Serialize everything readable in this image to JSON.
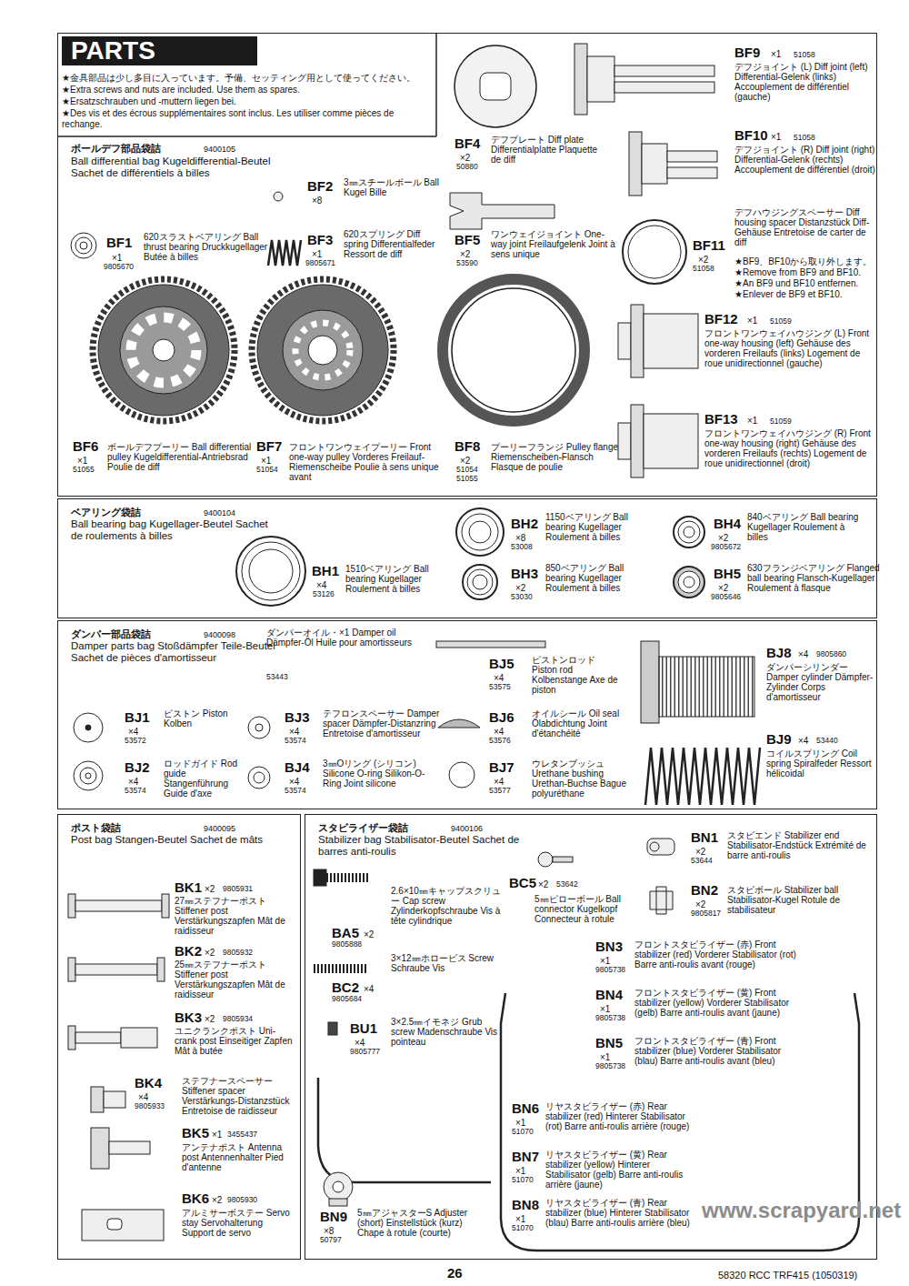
{
  "diagram": {
    "title": "PARTS",
    "nodes": [
      {
        "text": [
          "ボールデフ部品袋詰",
          "9400105",
          "Ball differential bag Kugeldifferential-Beutel Sachet de différentiels à billes"
        ]
      },
      {
        "text": [
          "ベアリング袋詰",
          "9400104",
          "Ball bearing bag Kugellager-Beutel Sachet de roulements à billes"
        ]
      },
      {
        "text": [
          "ダンパー部品袋詰",
          "9400098",
          "Damper parts bag Stoßdämpfer Teile-Beutel Sachet de pièces d'amortisseur"
        ]
      },
      {
        "text": [
          "ポスト袋詰",
          "9400095",
          "Post bag Stangen-Beutel Sachet de mâts"
        ]
      },
      {
        "text": [
          "スタビライザー袋詰",
          "9400106",
          "Stabilizer bag Stabilisator-Beutel Sachet de barres anti-roulis"
        ]
      }
    ],
    "labels": [
      "★金具部品は少し多目に入っています。予備、セッティング用として使ってください。",
      "★Extra screws and nuts are included. Use them as spares.",
      "★Ersatzschrauben und -muttern liegen bei.",
      "★Des vis et des écrous supplémentaires sont inclus. Les utiliser comme pièces de rechange.",
      "BF1",
      "×1",
      "9805670",
      "620スラストベアリング Ball thrust bearing Druckkugellager Butée à billes",
      "BF2",
      "×8",
      "3㎜スチールボール Ball Kugel Bille",
      "BF3",
      "×1",
      "9805671",
      "620スプリング Diff spring Differentialfeder Ressort de diff",
      "BF4",
      "×2",
      "50880",
      "デフプレート Diff plate Differentialplatte Plaquette de diff",
      "BF5",
      "×2",
      "53590",
      "ワンウェイジョイント One-way joint Freilaufgelenk Joint à sens unique",
      "BF9",
      "×1",
      "51058",
      "デフジョイント (L) Diff joint (left) Differential-Gelenk (links) Accouplement de différentiel (gauche)",
      "BF10",
      "×1",
      "51058",
      "デフジョイント (R) Diff joint (right) Differential-Gelenk (rechts) Accouplement de différentiel (droit)",
      "デフハウジングスペーサー Diff housing spacer Distanzstück Diff-Gehäuse Entretoise de carter de diff",
      "BF11",
      "×2",
      "51058",
      "★BF9、BF10から取り外します。",
      "★Remove from BF9 and BF10.",
      "★An BF9 und BF10 entfernen.",
      "★Enlever de BF9 et BF10.",
      "BF12",
      "×1",
      "51059",
      "フロントワンウェイハウジング (L) Front one-way housing (left) Gehäuse des vorderen Freilaufs (links) Logement de roue unidirectionnel (gauche)",
      "BF13",
      "×1",
      "51059",
      "フロントワンウェイハウジング (R) Front one-way housing (right) Gehäuse des vorderen Freilaufs (rechts) Logement de roue unidirectionnel (droit)",
      "BF6",
      "×1",
      "51055",
      "ボールデフプーリー Ball differential pulley Kugeldifferential-Antriebsrad Poulie de diff",
      "BF7",
      "×1",
      "51054",
      "フロントワンウェイプーリー Front one-way pulley Vorderes Freilauf-Riemenscheibe Poulie à sens unique avant",
      "BF8",
      "×2",
      "51054",
      "51055",
      "プーリーフランジ Pulley flange Riemenscheiben-Flansch Flasque de poulie",
      "BH1",
      "×4",
      "53126",
      "1510ベアリング Ball bearing Kugellager Roulement à billes",
      "BH2",
      "×8",
      "53008",
      "1150ベアリング Ball bearing Kugellager Roulement à billes",
      "BH3",
      "×2",
      "53030",
      "850ベアリング Ball bearing Kugellager Roulement à billes",
      "BH4",
      "×2",
      "9805672",
      "840ベアリング Ball bearing Kugellager Roulement à billes",
      "BH5",
      "×2",
      "9805646",
      "630フランジベアリング Flanged ball bearing Flansch-Kugellager Roulement à flasque",
      "ダンパーオイル・×1 Damper oil Dämpfer-Öl Huile pour amortisseurs",
      "53443",
      "BJ1",
      "×4",
      "53572",
      "ピストン Piston Kolben",
      "BJ2",
      "×4",
      "53574",
      "ロッドガイド Rod guide Stangenführung Guide d'axe",
      "BJ3",
      "×4",
      "53574",
      "テフロンスペーサー Damper spacer Dämpfer-Distanzring Entretoise d'amortisseur",
      "BJ4",
      "×4",
      "53574",
      "3㎜Oリング (シリコン) Silicone O-ring Silikon-O-Ring Joint silicone",
      "BJ5",
      "×4",
      "53575",
      "ピストンロッド Piston rod Kolbenstange Axe de piston",
      "BJ6",
      "×4",
      "53576",
      "オイルシール Oil seal Ölabdichtung Joint d'étanchéité",
      "BJ7",
      "×4",
      "53577",
      "ウレタンブッシュ Urethane bushing Urethan-Buchse Bague polyuréthane",
      "BJ8",
      "×4",
      "9805860",
      "ダンパーシリンダー Damper cylinder Dämpfer-Zylinder Corps d'amortisseur",
      "BJ9",
      "×4",
      "53440",
      "コイルスプリング Coil spring Spiralfeder Ressort hélicoidal",
      "BK1",
      "×2",
      "9805931",
      "27㎜ステフナーポスト Stiffener post Verstärkungszapfen Mât de raidisseur",
      "BK2",
      "×2",
      "9805932",
      "25㎜ステフナーポスト Stiffener post Verstärkungszapfen Mât de raidisseur",
      "BK3",
      "×2",
      "9805934",
      "ユニクランクポスト Uni-crank post Einseitiger Zapfen Mât à butée",
      "BK4",
      "×4",
      "9805933",
      "ステフナースペーサー Stiffener spacer Verstärkungs-Distanzstück Entretoise de raidisseur",
      "BK5",
      "×1",
      "3455437",
      "アンテナポスト Antenna post Antennenhalter Pied d'antenne",
      "BK6",
      "×2",
      "9805930",
      "アルミサーボステー Servo stay Servohalterung Support de servo",
      "BA5",
      "×2",
      "9805888",
      "2.6×10㎜キャップスクリュー Cap screw Zylinderkopfschraube Vis à tête cylindrique",
      "BC2",
      "×4",
      "9805684",
      "3×12㎜ホロービス Screw Schraube Vis",
      "BU1",
      "×4",
      "9805777",
      "3×2.5㎜イモネジ Grub screw Madenschraube Vis pointeau",
      "BC5",
      "×2",
      "53642",
      "5㎜ピローボール Ball connector Kugelkopf Connecteur à rotule",
      "BN1",
      "×2",
      "53644",
      "スタビエンド Stabilizer end Stabilisator-Endstück Extrémité de barre anti-roulis",
      "BN2",
      "×2",
      "9805817",
      "スタビボール Stabilizer ball Stabilisator-Kugel Rotule de stabilisateur",
      "BN3",
      "×1",
      "9805738",
      "フロントスタビライザー (赤) Front stabilizer (red) Vorderer Stabilisator (rot) Barre anti-roulis avant (rouge)",
      "BN4",
      "×1",
      "9805738",
      "フロントスタビライザー (黄) Front stabilizer (yellow) Vorderer Stabilisator (gelb) Barre anti-roulis avant (jaune)",
      "BN5",
      "×1",
      "9805738",
      "フロントスタビライザー (青) Front stabilizer (blue) Vorderer Stabilisator (blau) Barre anti-roulis avant (bleu)",
      "BN6",
      "×1",
      "51070",
      "リヤスタビライザー (赤) Rear stabilizer (red) Hinterer Stabilisator (rot) Barre anti-roulis arrière (rouge)",
      "BN7",
      "×1",
      "51070",
      "リヤスタビライザー (黄) Rear stabilizer (yellow) Hinterer Stabilisator (gelb) Barre anti-roulis arrière (jaune)",
      "BN8",
      "×1",
      "51070",
      "リヤスタビライザー (青) Rear stabilizer (blue) Hinterer Stabilisator (blau) Barre anti-roulis arrière (bleu)",
      "BN9",
      "×8",
      "50797",
      "5㎜アジャスターS Adjuster (short) Einstellstück (kurz) Chape à rotule (courte)",
      "www.scrapyard.net",
      "26",
      "58320 RCC TRF415 (1050319)"
    ]
  }
}
